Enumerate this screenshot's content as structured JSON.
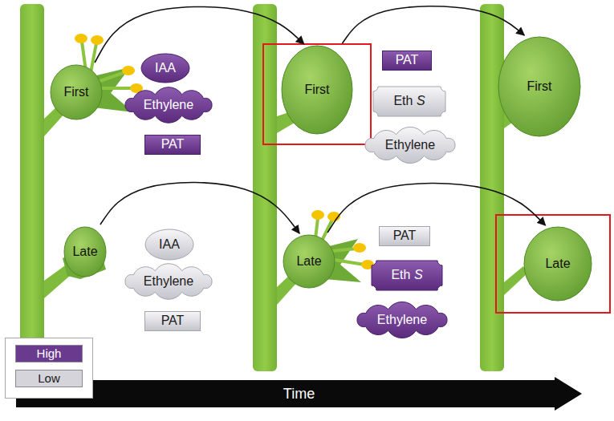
{
  "diagram": {
    "nodes": [
      {
        "text": [
          "First"
        ]
      },
      {
        "text": [
          "IAA"
        ]
      },
      {
        "text": [
          "Ethylene"
        ]
      },
      {
        "text": [
          "PAT"
        ]
      },
      {
        "text": [
          "First"
        ]
      },
      {
        "text": [
          "PAT"
        ]
      },
      {
        "text": [
          "Eth S"
        ]
      },
      {
        "text": [
          "Ethylene"
        ]
      },
      {
        "text": [
          "First"
        ]
      },
      {
        "text": [
          "Late"
        ]
      },
      {
        "text": [
          "IAA"
        ]
      },
      {
        "text": [
          "Ethylene"
        ]
      },
      {
        "text": [
          "PAT"
        ]
      },
      {
        "text": [
          "Late"
        ]
      },
      {
        "text": [
          "PAT"
        ]
      },
      {
        "text": [
          "Eth S"
        ]
      },
      {
        "text": [
          "Ethylene"
        ]
      },
      {
        "text": [
          "Late"
        ]
      },
      {
        "text": [
          "Time"
        ]
      }
    ],
    "edges": [
      {
        "from": 0,
        "to": 4,
        "arrow": "to"
      },
      {
        "from": 4,
        "to": 8,
        "arrow": "to"
      },
      {
        "from": 9,
        "to": 13,
        "arrow": "to"
      },
      {
        "from": 13,
        "to": 17,
        "arrow": "to"
      }
    ],
    "legend": [
      {
        "text": "High",
        "color": "#6a3a8e"
      },
      {
        "text": "Low",
        "color": "#d4d4da"
      }
    ]
  }
}
